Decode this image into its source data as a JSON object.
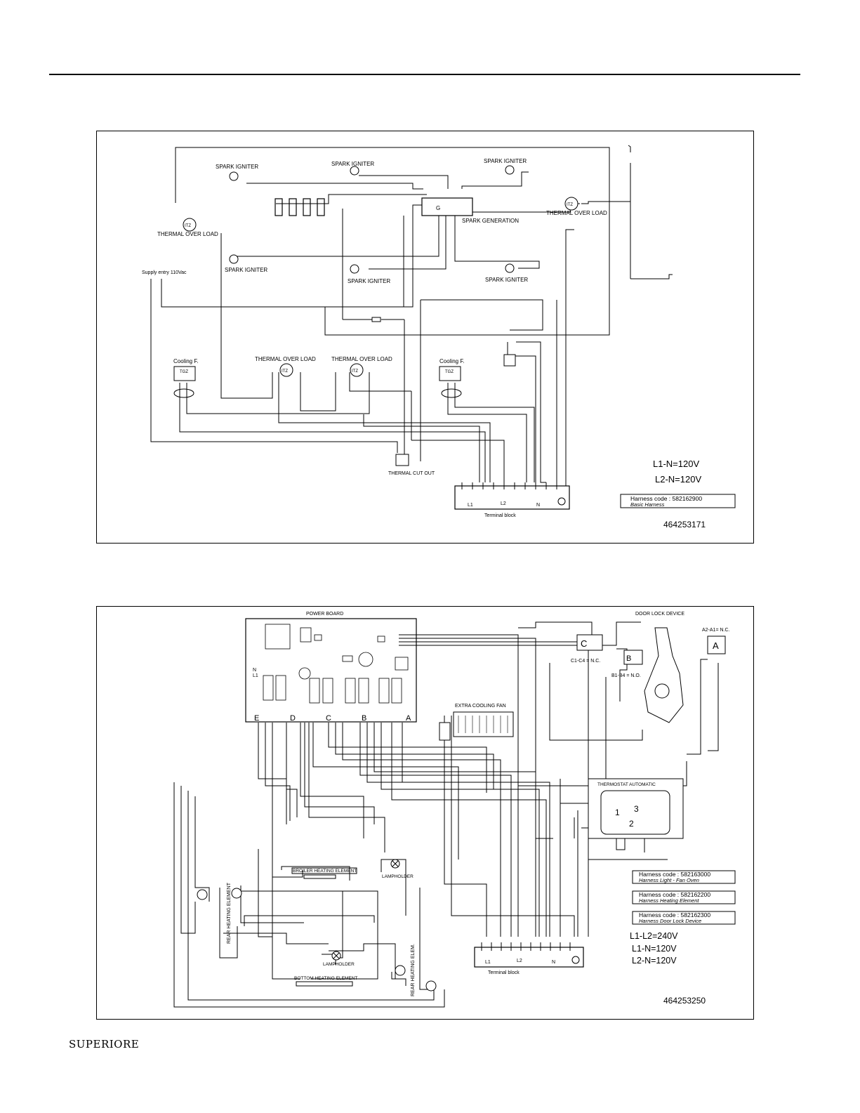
{
  "brand": "SUPERIORE",
  "diagram1": {
    "id": "464253171",
    "spark_igniter": "SPARK IGNITER",
    "spark_generation": "SPARK GENERATION",
    "thermal_over_load": "THERMAL OVER LOAD",
    "supply_entry": "Supply entry 110Vac",
    "cooling_fan": "Cooling F.",
    "tgz": "TGZ",
    "itz": "ITZ",
    "thermal_cut_out": "THERMAL CUT OUT",
    "terminal_block": "Terminal block",
    "l1_label": "L1",
    "l2_label": "L2",
    "n_label": "N",
    "voltage_l1n": "L1-N=120V",
    "voltage_l2n": "L2-N=120V",
    "harness_code": "Harness code : 582162900",
    "harness_name": "Basic Harness"
  },
  "diagram2": {
    "id": "464253250",
    "power_board": "POWER BOARD",
    "door_lock_device": "DOOR LOCK DEVICE",
    "a2_a1": "A2-A1= N.C.",
    "c1_c4": "C1-C4 = N.C.",
    "b1_b4": "B1-B4 = N.O.",
    "extra_cooling_fan": "EXTRA COOLING FAN",
    "thermostat_automatic": "THERMOSTAT AUTOMATIC",
    "broiler_heating_element": "BROILER HEATING ELEMENT",
    "bottom_heating_element": "BOTTOM HEATING ELEMENT",
    "rear_heating_element": "REAR HEATING ELEMENT",
    "rear_heating_elem": "REAR HEATING ELEM.",
    "lampholder": "LAMPHOLDER",
    "terminal_block": "Terminal block",
    "board_letters": [
      "E",
      "D",
      "C",
      "B",
      "A"
    ],
    "harnesses": [
      {
        "code": "Harness code : 582163000",
        "name": "Harness Light - Fan Oven"
      },
      {
        "code": "Harness code : 582162200",
        "name": "Harness Heating Element"
      },
      {
        "code": "Harness code : 582162300",
        "name": "Harness Door Lock Device"
      }
    ],
    "voltage_l1l2": "L1-L2=240V",
    "voltage_l1n": "L1-N=120V",
    "voltage_l2n": "L2-N=120V"
  }
}
